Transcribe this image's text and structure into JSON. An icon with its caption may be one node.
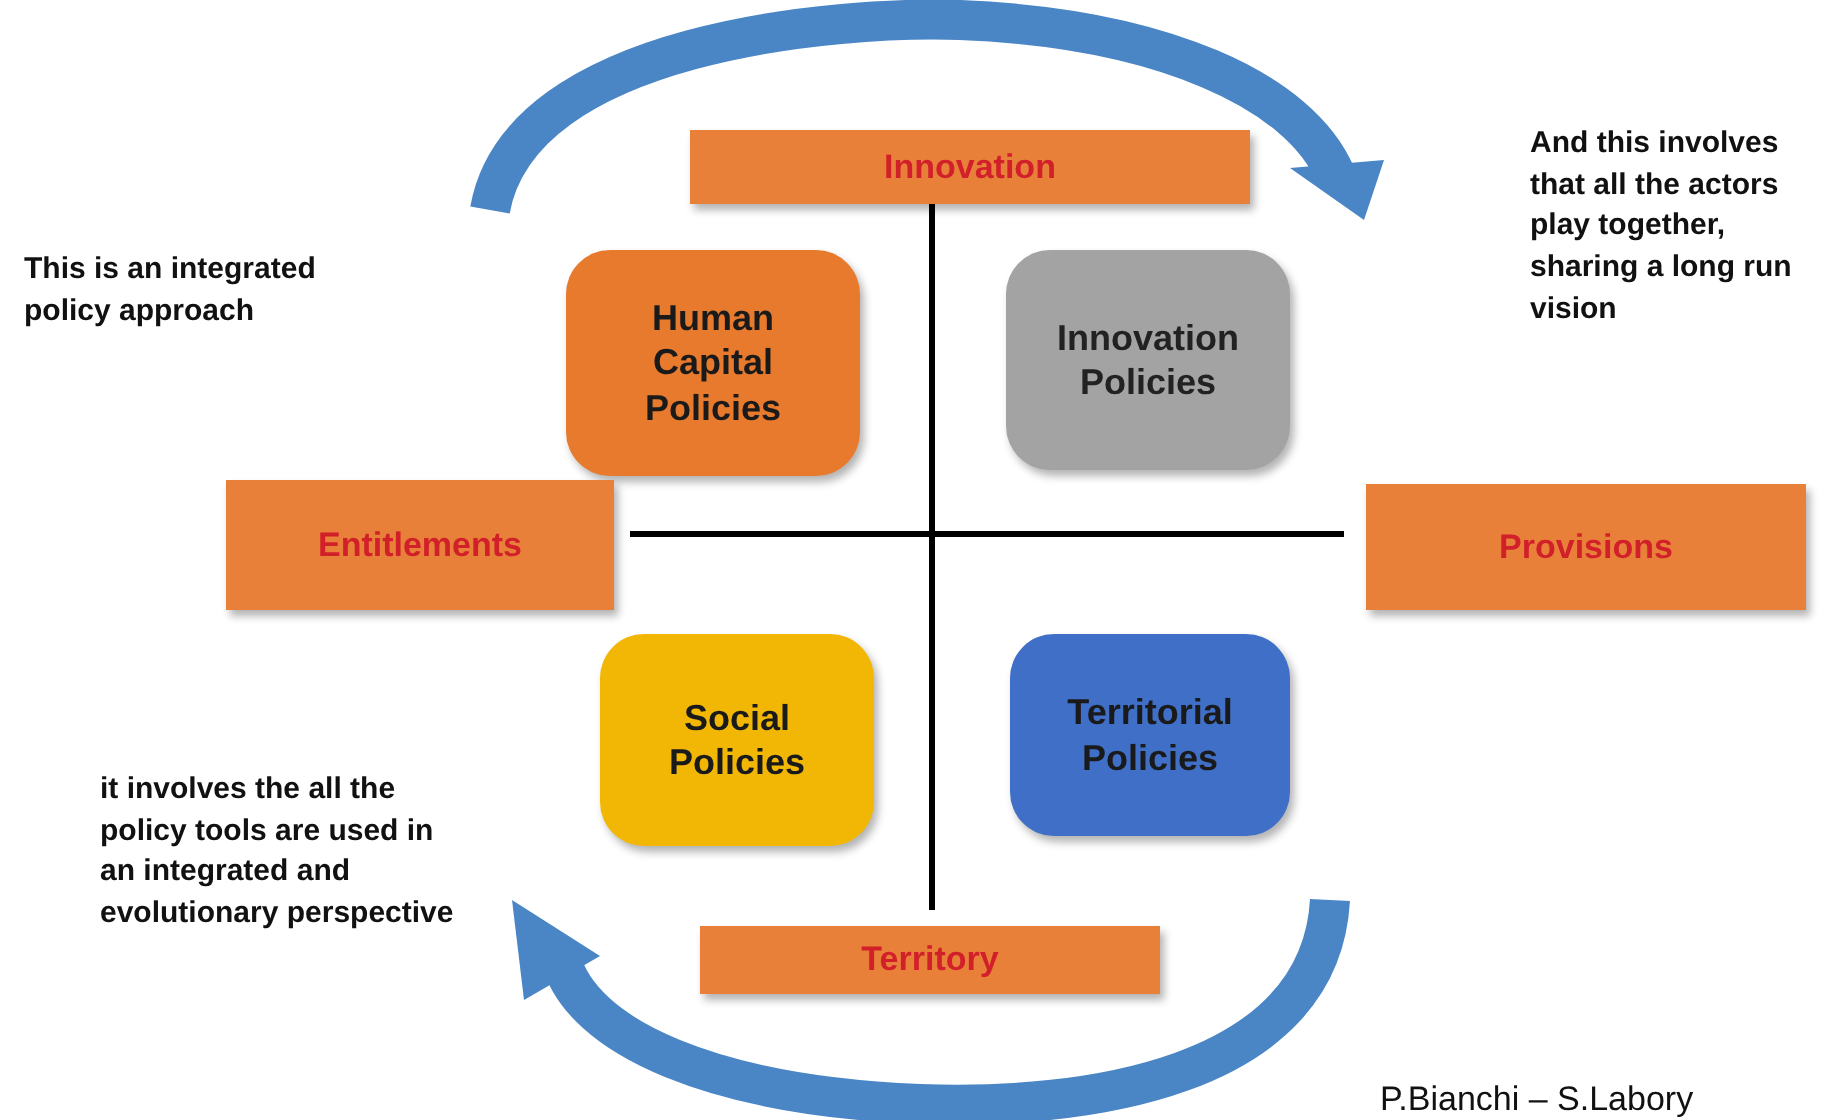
{
  "diagram": {
    "nodes": [
      {
        "text": [
          "Innovation"
        ]
      },
      {
        "text": [
          "Human Capital Policies"
        ]
      },
      {
        "text": [
          "Innovation Policies"
        ]
      },
      {
        "text": [
          "Entitlements"
        ]
      },
      {
        "text": [
          "Provisions"
        ]
      },
      {
        "text": [
          "Social Policies"
        ]
      },
      {
        "text": [
          "Territorial Policies"
        ]
      },
      {
        "text": [
          "Territory"
        ]
      }
    ],
    "labels": [
      "And this involves that all the actors play together, sharing a long run vision",
      "This is an integrated policy approach",
      "it involves the all the policy tools are used in an integrated and evolutionary perspective",
      "P.Bianchi – S.Labory"
    ]
  }
}
